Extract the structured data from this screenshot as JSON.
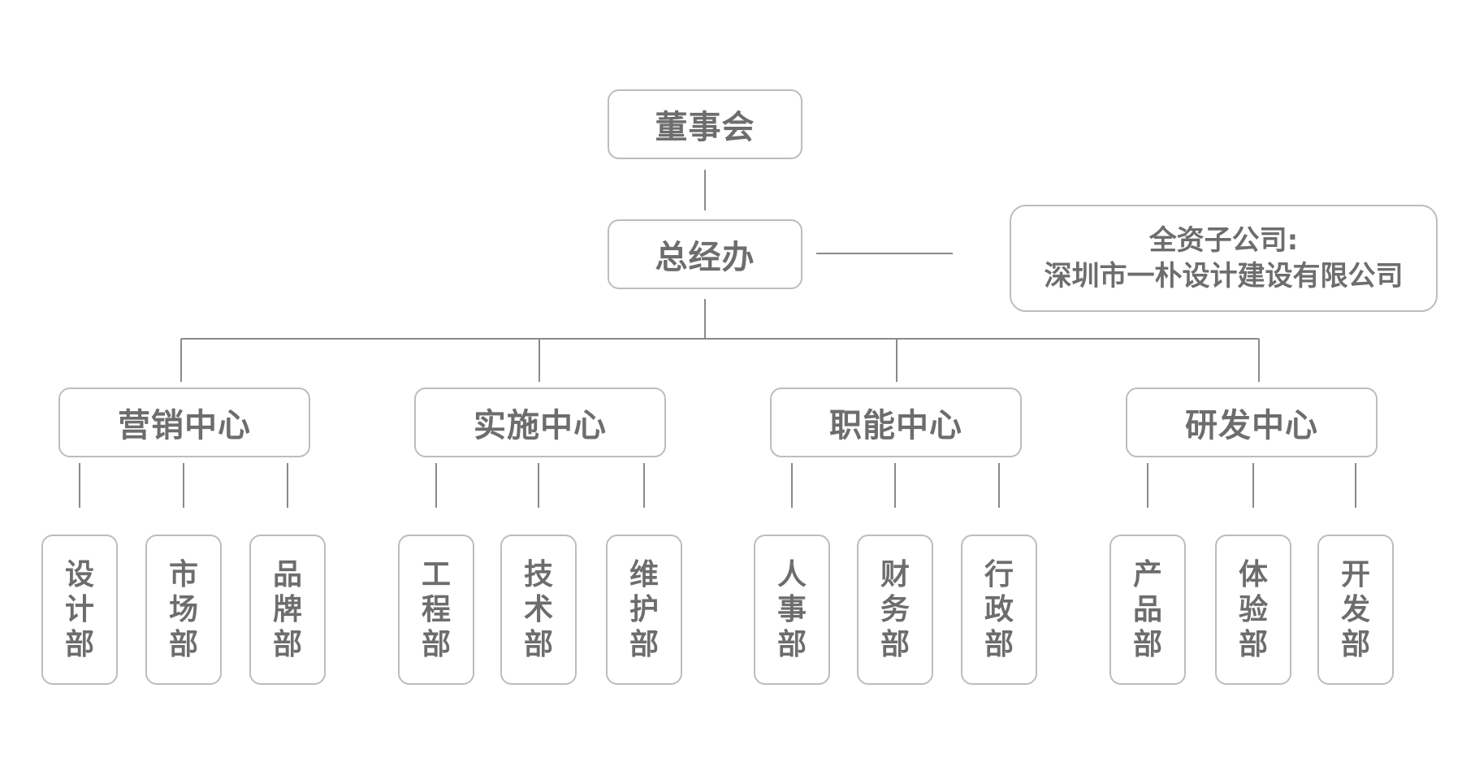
{
  "top": {
    "board": "董事会",
    "gm": "总经办"
  },
  "subsidiary": {
    "line1": "全资子公司:",
    "line2": "深圳市一朴设计建设有限公司"
  },
  "centers": [
    {
      "label": "营销中心",
      "departments": [
        "设计部",
        "市场部",
        "品牌部"
      ]
    },
    {
      "label": "实施中心",
      "departments": [
        "工程部",
        "技术部",
        "维护部"
      ]
    },
    {
      "label": "职能中心",
      "departments": [
        "人事部",
        "财务部",
        "行政部"
      ]
    },
    {
      "label": "研发中心",
      "departments": [
        "产品部",
        "体验部",
        "开发部"
      ]
    }
  ],
  "colors": {
    "border": "#bdbdbd",
    "line": "#8a8a8a",
    "text": "#6d6d6d"
  }
}
